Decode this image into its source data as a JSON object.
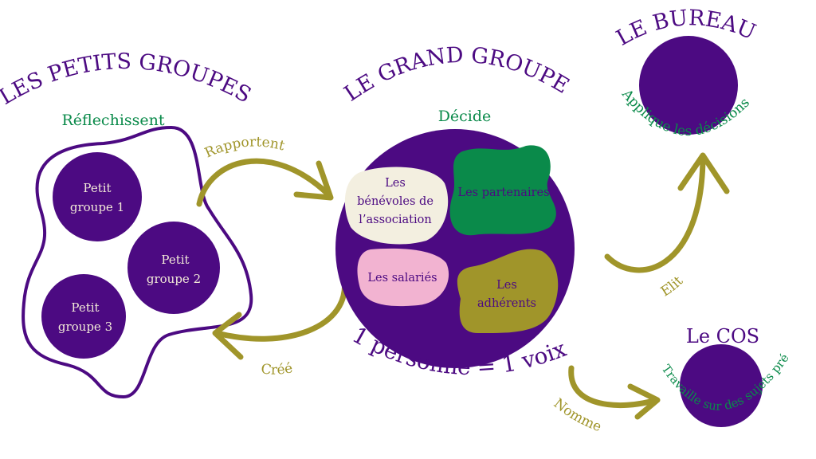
{
  "colors": {
    "purple": "#4c0a82",
    "green": "#0a8a4a",
    "olive": "#a0952a",
    "cream": "#f3efe0",
    "pink": "#f2b3d1"
  },
  "petits_groupes": {
    "title": "LES PETITS GROUPES",
    "subtitle": "Réflechissent",
    "groups": [
      {
        "line1": "Petit",
        "line2": "groupe 1"
      },
      {
        "line1": "Petit",
        "line2": "groupe 2"
      },
      {
        "line1": "Petit",
        "line2": "groupe 3"
      }
    ]
  },
  "grand_groupe": {
    "title": "LE GRAND GROUPE",
    "subtitle": "Décide",
    "members": {
      "benevoles": [
        "Les",
        "bénévoles de",
        "l’association"
      ],
      "partenaires": "Les partenaires",
      "salaries": "Les salariés",
      "adherents": [
        "Les",
        "adhérents"
      ]
    },
    "rule": "1 personne = 1 voix"
  },
  "bureau": {
    "title": "LE BUREAU",
    "subtitle": "Applique les décisions"
  },
  "cos": {
    "title": "Le COS",
    "subtitle": "Travaille sur des sujets précis"
  },
  "arrows": {
    "rapportent": "Rapportent",
    "cree": "Créé",
    "elit": "Elit",
    "nomme": "Nomme"
  }
}
